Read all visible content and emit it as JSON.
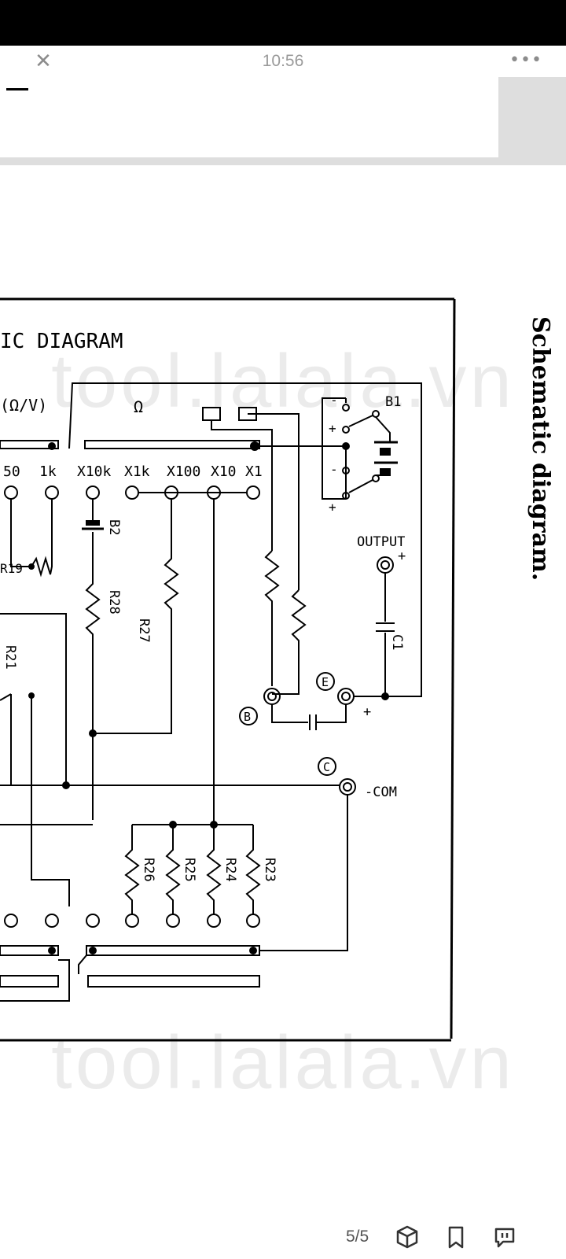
{
  "status": {
    "time": "10:56"
  },
  "toolbar": {
    "close_icon": "close-icon",
    "more_icon": "more-icon",
    "close_label": "✕",
    "more_label": "•••"
  },
  "document": {
    "diagram": {
      "title": "IC DIAGRAM",
      "ohm_label": "(Ω/V)",
      "ohm_symbol": "Ω",
      "range_labels": [
        "50",
        "1k",
        "X10k",
        "X1k",
        "X100",
        "X10",
        "X1"
      ],
      "components": [
        "B1",
        "B2",
        "R19",
        "R21",
        "R23",
        "R24",
        "R25",
        "R26",
        "R27",
        "R28",
        "C1",
        "B"
      ],
      "output_label": "OUTPUT",
      "com_label": "-COM",
      "terminals": [
        "B",
        "E",
        "C"
      ],
      "plus": "+",
      "minus": "-"
    },
    "caption": "Schematic diagram.",
    "watermark": "tool.lalala.vn"
  },
  "footer": {
    "page_indicator": "5/5",
    "icons": [
      "cube-icon",
      "bookmark-icon",
      "comment-icon"
    ]
  }
}
